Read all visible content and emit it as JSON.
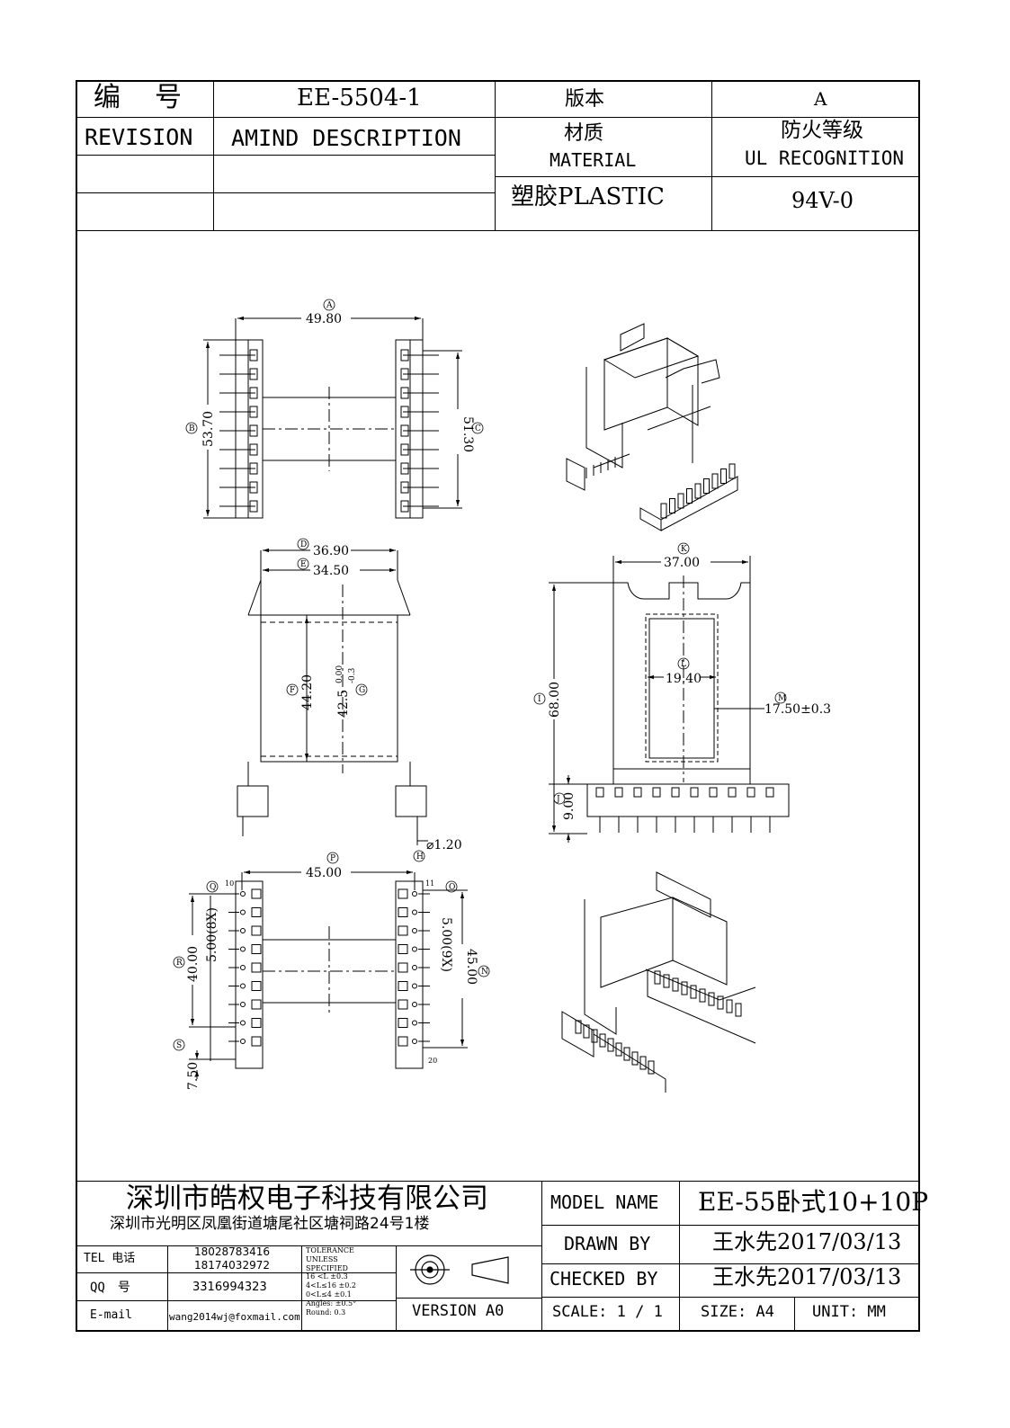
{
  "header": {
    "code_label": "编　号",
    "part_no": "EE-5504-1",
    "version_label": "版本",
    "version_value": "A",
    "revision_label": "REVISION",
    "amind_label": "AMIND DESCRIPTION",
    "material_cn": "材质",
    "material_en": "MATERIAL",
    "fire_cn": "防火等级",
    "fire_en": "UL RECOGNITION",
    "material_value": "塑胶PLASTIC",
    "fire_value": "94V-0"
  },
  "dimensions": {
    "A": "49.80",
    "B": "53.70",
    "C": "51.30",
    "D": "36.90",
    "E": "34.50",
    "F": "44.20",
    "G": "42.5",
    "G_tol_upper": "0.00",
    "G_tol_lower": "-0.3",
    "H": "⌀1.20",
    "K": "37.00",
    "L": "19.40",
    "M": "17.50±0.3",
    "I": "68.00",
    "J": "9.00",
    "P": "45.00",
    "Q_pitch": "5.00(8X)",
    "O_pitch": "5.00(9X)",
    "R": "40.00",
    "N": "45.00",
    "S": "7.50",
    "pin1": "10",
    "pin11": "11",
    "pin20": "20"
  },
  "markers": {
    "A": "A",
    "B": "B",
    "C": "C",
    "D": "D",
    "E": "E",
    "F": "F",
    "G": "G",
    "H": "H",
    "I": "I",
    "J": "J",
    "K": "K",
    "L": "L",
    "M": "M",
    "N": "N",
    "O": "O",
    "P": "P",
    "Q": "Q",
    "R": "R",
    "S": "S"
  },
  "footer": {
    "company": "深圳市皓权电子科技有限公司",
    "address": "深圳市光明区凤凰街道塘尾社区塘祠路24号1楼",
    "tel_label": "TEL 电话",
    "tel_1": "18028783416",
    "tel_2": "18174032972",
    "qq_label": "QQ　号",
    "qq": "3316994323",
    "email_label": "E-mail",
    "email": "wang2014wj@foxmail.com",
    "tolerance": [
      "TOLERANCE",
      "UNLESS",
      "SPECIFIED",
      "16 <L      ±0.3",
      "4<L≤16     ±0.2",
      "0<L≤4       ±0.1",
      "Angles: ±0.5°",
      "Round: 0.3"
    ],
    "version": "VERSION A0",
    "model_label": "MODEL NAME",
    "model_value": "EE-55卧式10+10P",
    "drawn_label": "DRAWN BY",
    "drawn_value": "王水先2017/03/13",
    "checked_label": "CHECKED BY",
    "checked_value": "王水先2017/03/13",
    "scale": "SCALE:  1  /  1",
    "size": "SIZE:  A4",
    "unit": "UNIT:  MM"
  }
}
